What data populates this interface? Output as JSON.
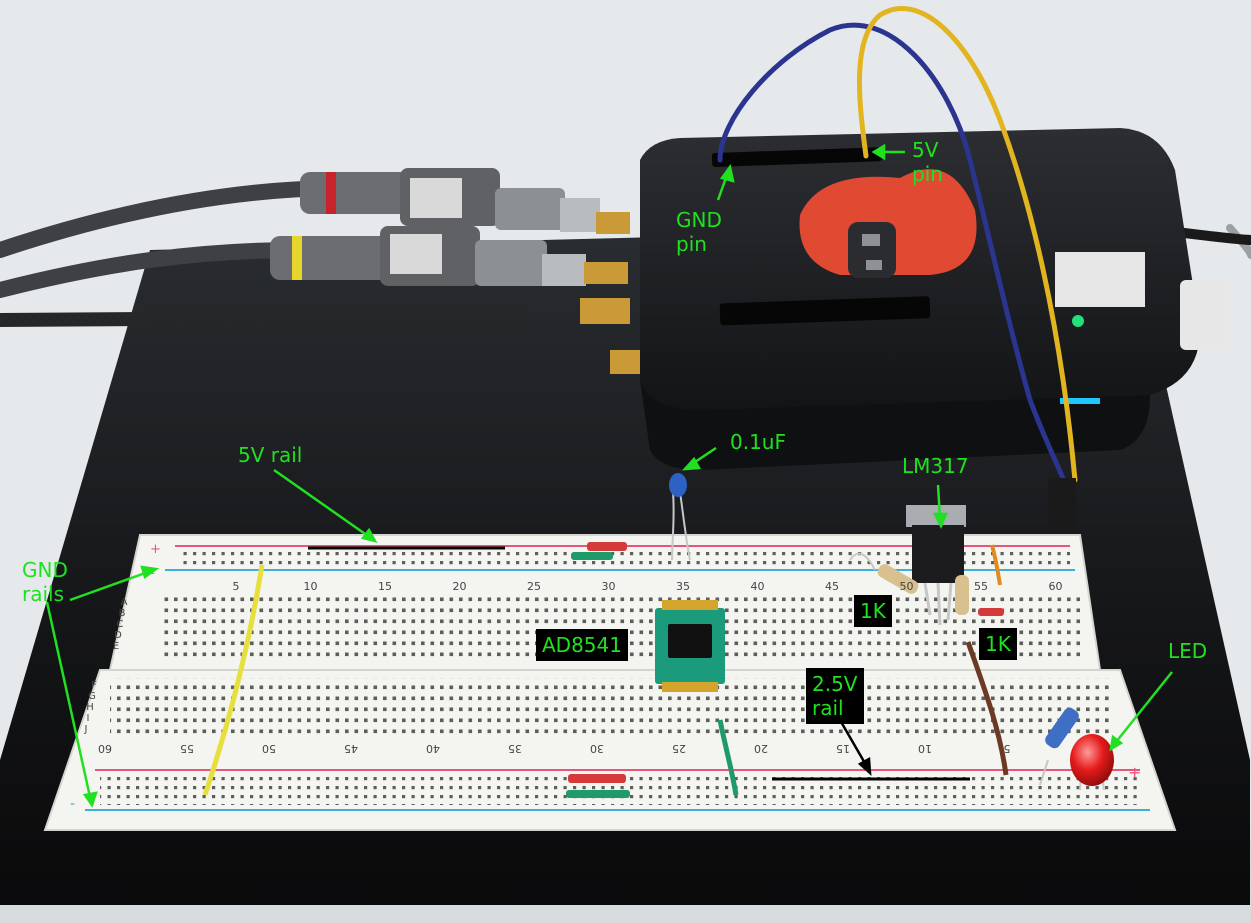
{
  "photo": {
    "labels": {
      "five_v_pin": "5V\npin",
      "gnd_pin": "GND\npin",
      "cap": "0.1uF",
      "five_v_rail": "5V rail",
      "lm317": "LM317",
      "gnd_rails": "GND\nrails",
      "ad8541": "AD8541",
      "res_1k_left": "1K",
      "res_1k_right": "1K",
      "led": "LED",
      "rail_2v5": "2.5V\nrail"
    },
    "breadboard_top_numbers": [
      "5",
      "10",
      "15",
      "20",
      "25",
      "30",
      "35",
      "40",
      "45",
      "50",
      "55",
      "60"
    ],
    "breadboard_bottom_numbers": [
      "60",
      "55",
      "50",
      "45",
      "40",
      "35",
      "30",
      "25",
      "20",
      "15",
      "10",
      "5"
    ],
    "row_letters_top": [
      "A",
      "B",
      "C",
      "D",
      "E"
    ],
    "row_letters_bottom": [
      "F",
      "G",
      "H",
      "I",
      "J"
    ],
    "rail_signs": [
      "+",
      "-"
    ],
    "colors": {
      "annotation": "#21e021",
      "board": "#f4f4f1",
      "rail_red": "#e8557a",
      "rail_blue": "#3bb0d8",
      "device": "#1d1f22",
      "flame": "#e04a32",
      "wire_blue": "#2b3590",
      "wire_yellow": "#e2b520"
    }
  }
}
